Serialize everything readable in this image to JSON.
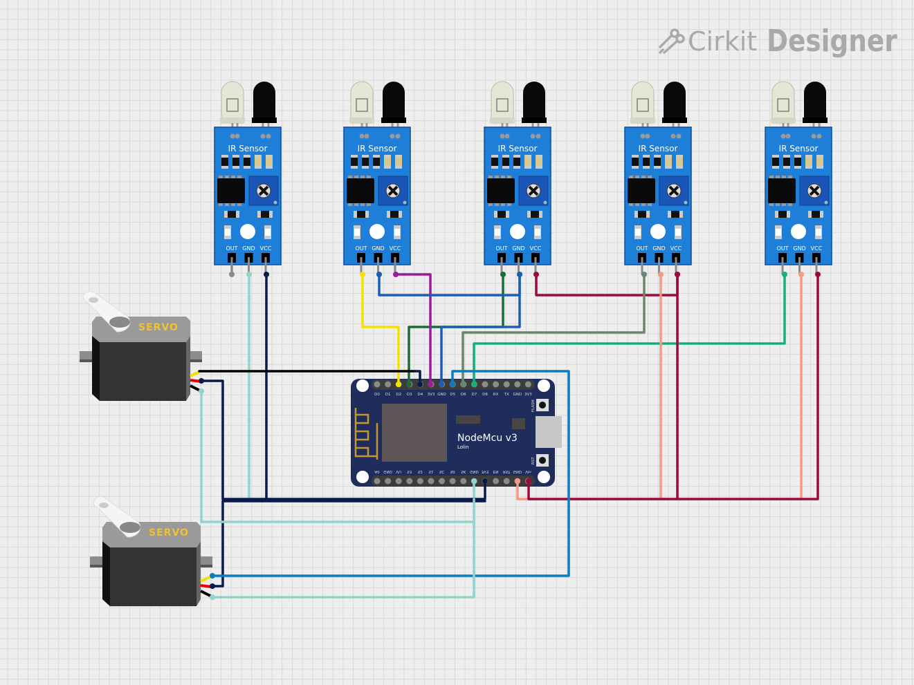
{
  "branding": {
    "word1": "Cirkit",
    "word2": "Designer",
    "icon": "cirkit-logo-icon"
  },
  "ir_sensors": [
    {
      "title": "IR Sensor",
      "pins": [
        "OUT",
        "GND",
        "VCC"
      ]
    },
    {
      "title": "IR Sensor",
      "pins": [
        "OUT",
        "GND",
        "VCC"
      ]
    },
    {
      "title": "IR Sensor",
      "pins": [
        "OUT",
        "GND",
        "VCC"
      ]
    },
    {
      "title": "IR Sensor",
      "pins": [
        "OUT",
        "GND",
        "VCC"
      ]
    },
    {
      "title": "IR Sensor",
      "pins": [
        "OUT",
        "GND",
        "VCC"
      ]
    }
  ],
  "servos": [
    {
      "label": "SERVO"
    },
    {
      "label": "SERVO"
    }
  ],
  "nodemcu": {
    "title": "NodeMcu v3",
    "subtitle": "Lolin",
    "top_pins": [
      "D0",
      "D1",
      "D2",
      "D3",
      "D4",
      "3V3",
      "GND",
      "D5",
      "D6",
      "D7",
      "D8",
      "RX",
      "TX",
      "GND",
      "3V3"
    ],
    "bottom_pins": [
      "A0",
      "GND",
      "VU",
      "S3",
      "S2",
      "S1",
      "SC",
      "S0",
      "SK",
      "GND",
      "3V3",
      "EN",
      "RST",
      "GND",
      "Vin"
    ],
    "flash_label": "FLASH",
    "rst_label": "RST"
  },
  "colors": {
    "board_blue": "#1e7fd8",
    "nodemcu_blue": "#1f2d5c",
    "wire_yellow": "#f5e100",
    "wire_dark_green": "#1a6b3a",
    "wire_navy": "#0a1a4a",
    "wire_purple": "#9b1b9b",
    "wire_blue": "#1a5fb4",
    "wire_cyan_blue": "#0a7cbf",
    "wire_gray_green": "#6b8570",
    "wire_green": "#12b07a",
    "wire_teal": "#92d3cc",
    "wire_salmon": "#f59a85",
    "wire_crimson": "#9b0a3a",
    "wire_black": "#000000",
    "wire_gray": "#8a8a8a"
  }
}
